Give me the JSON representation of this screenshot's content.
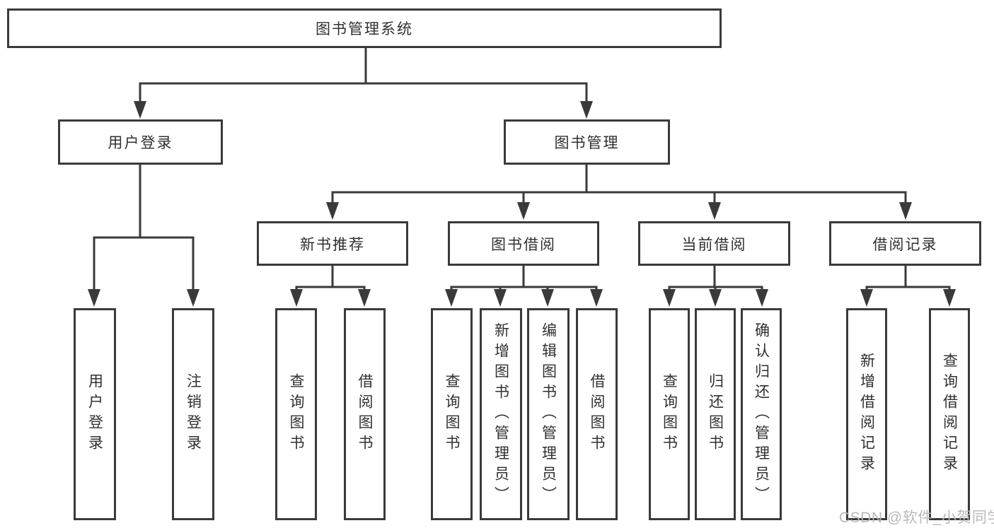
{
  "nodes": {
    "root": "图书管理系统",
    "l2_user_login": "用户登录",
    "l2_book_mgmt": "图书管理",
    "l3_new_book_rec": "新书推荐",
    "l3_book_borrow": "图书借阅",
    "l3_current_borrow": "当前借阅",
    "l3_borrow_records": "借阅记录",
    "leaf_user_login": "用户登录",
    "leaf_logout": "注销登录",
    "leaf_query_book_a": "查询图书",
    "leaf_borrow_book_a": "借阅图书",
    "leaf_query_book_b": "查询图书",
    "leaf_add_book_admin": "新增图书（管理员）",
    "leaf_edit_book_admin": "编辑图书（管理员）",
    "leaf_borrow_book_b": "借阅图书",
    "leaf_query_book_c": "查询图书",
    "leaf_return_book": "归还图书",
    "leaf_confirm_return_admin": "确认归还（管理员）",
    "leaf_add_borrow_record": "新增借阅记录",
    "leaf_query_borrow_record": "查询借阅记录"
  },
  "watermark": "CSDN @软件_小贺同学",
  "colors": {
    "line": "#3a3a3a",
    "box_border": "#3a3a3a",
    "text": "#303030",
    "watermark": "#b9b5b5",
    "background": "#ffffff"
  }
}
